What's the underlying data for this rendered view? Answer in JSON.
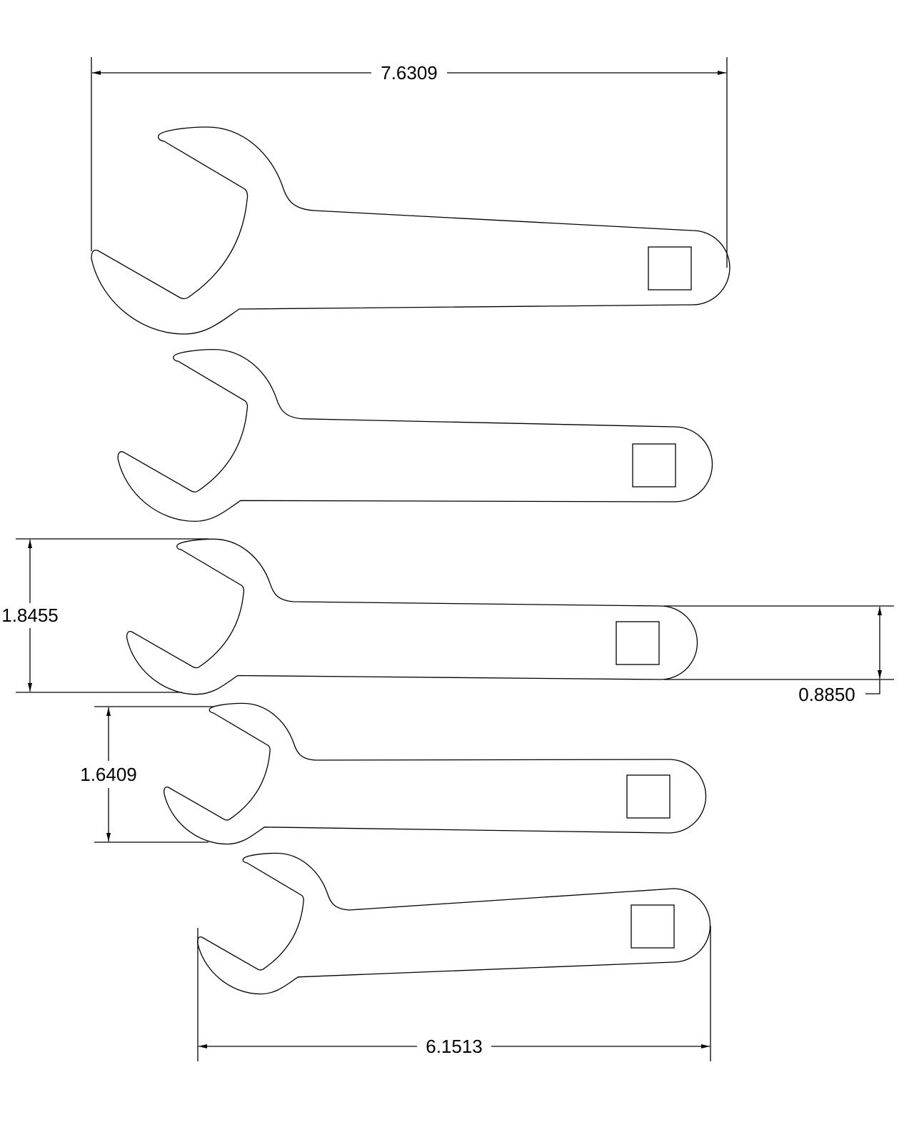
{
  "dimensions": {
    "top_width": "7.6309",
    "head_height_large": "1.8455",
    "handle_width": "0.8850",
    "head_height_medium": "1.6409",
    "bottom_width": "6.1513"
  },
  "colors": {
    "line": "#000000",
    "background": "#ffffff"
  },
  "wrench_count": 5
}
